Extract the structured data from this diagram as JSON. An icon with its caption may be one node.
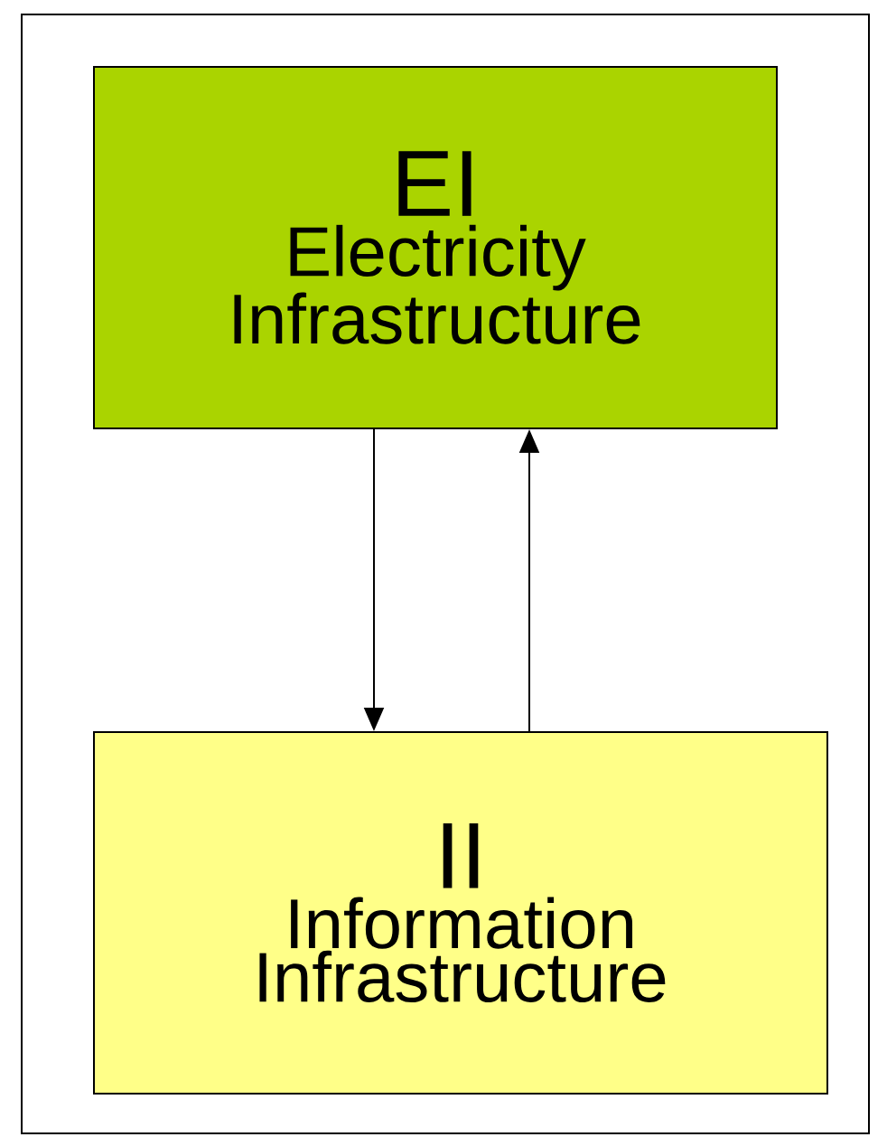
{
  "diagram": {
    "nodes": [
      {
        "text": [
          "EI",
          "Electricity Infrastructure"
        ]
      },
      {
        "text": [
          "II",
          "Information Infrastructure"
        ]
      }
    ],
    "edges": [
      {
        "from": 0,
        "to": 1,
        "arrow": "to"
      },
      {
        "from": 1,
        "to": 0,
        "arrow": "to"
      }
    ]
  }
}
